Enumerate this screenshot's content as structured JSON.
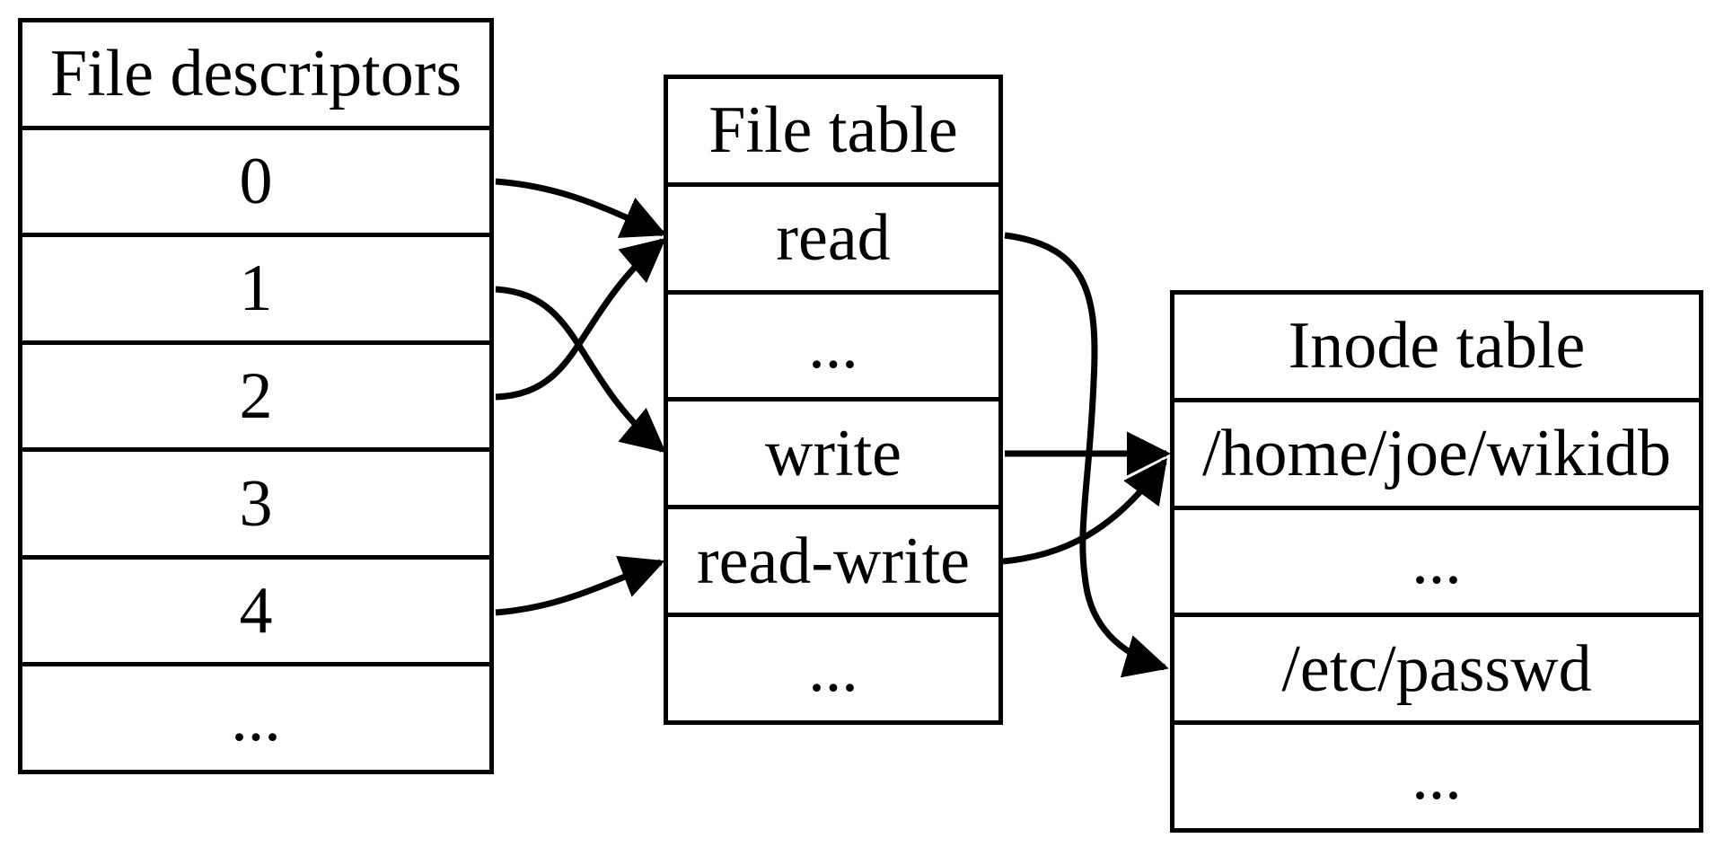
{
  "tables": {
    "file_descriptors": {
      "title": "File descriptors",
      "rows": [
        "0",
        "1",
        "2",
        "3",
        "4",
        "..."
      ]
    },
    "file_table": {
      "title": "File table",
      "rows": [
        "read",
        "...",
        "write",
        "read-write",
        "..."
      ]
    },
    "inode_table": {
      "title": "Inode table",
      "rows": [
        "/home/joe/wikidb",
        "...",
        "/etc/passwd",
        "..."
      ]
    }
  },
  "connections": [
    {
      "from": "file descriptor 0",
      "to": "file table entry read"
    },
    {
      "from": "file descriptor 1",
      "to": "file table entry write"
    },
    {
      "from": "file descriptor 2",
      "to": "file table entry read"
    },
    {
      "from": "file descriptor 4",
      "to": "file table entry read-write"
    },
    {
      "from": "file table entry read",
      "to": "inode /etc/passwd"
    },
    {
      "from": "file table entry write",
      "to": "inode /home/joe/wikidb"
    },
    {
      "from": "file table entry read-write",
      "to": "inode /home/joe/wikidb"
    }
  ],
  "colors": {
    "foreground": "#000000",
    "background": "#ffffff"
  }
}
